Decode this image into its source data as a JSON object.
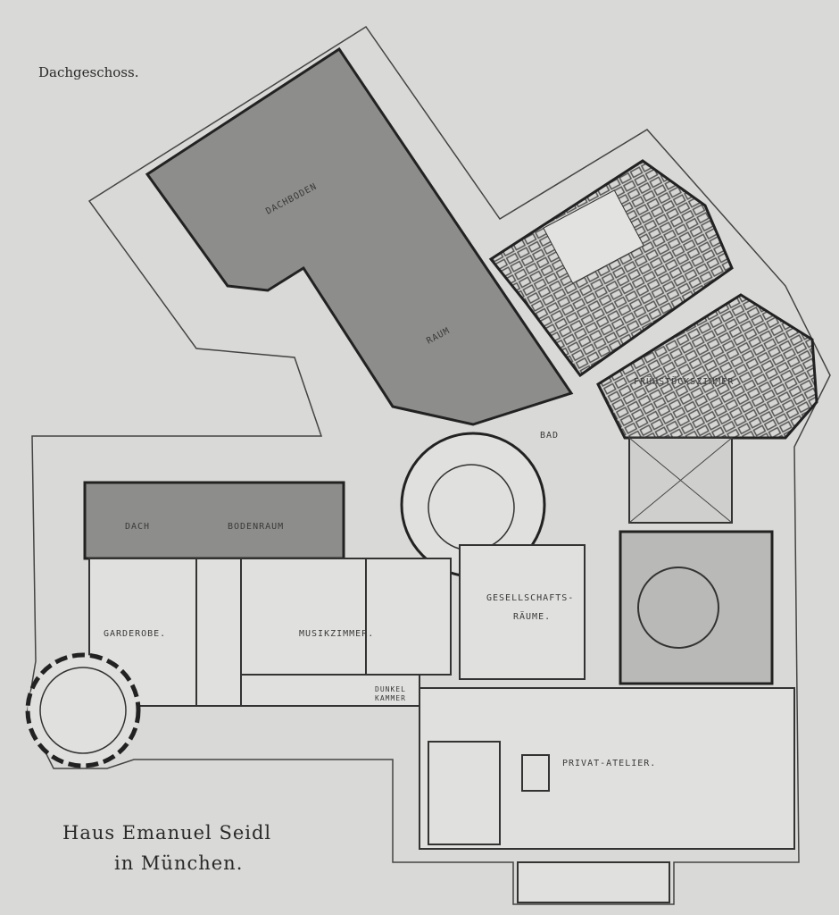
{
  "floor_title": "Dachgeschoss.",
  "caption": {
    "line1": "Haus Emanuel Seidl",
    "line2": "in München."
  },
  "rooms": {
    "dachboden": "DACHBODEN",
    "raum": "RAUM",
    "fruehstueck": "FRÜHSTÜCKSZIMMER",
    "bad": "BAD",
    "dach": "DACH",
    "bodenraum": "BODENRAUM",
    "garderobe": "GARDEROBE.",
    "musikzimmer": "MUSIKZIMMER.",
    "gesellschafts1": "GESELLSCHAFTS-",
    "gesellschafts2": "RÄUME.",
    "dunkel1": "DUNKEL",
    "dunkel2": "KAMMER",
    "atelier": "PRIVAT-ATELIER."
  }
}
